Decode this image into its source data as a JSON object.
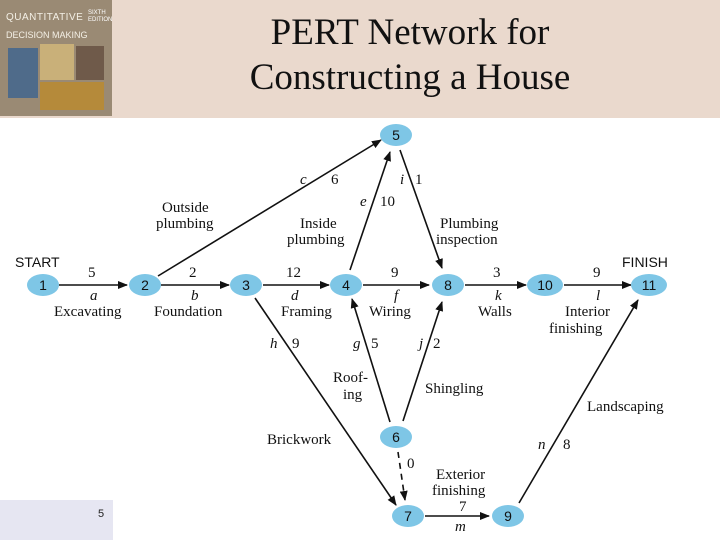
{
  "header": {
    "title_line1": "PERT Network for",
    "title_line2": "Constructing a House"
  },
  "cover": {
    "title_a": "QUANTITATIVE",
    "title_b": "DECISION MAKING",
    "edition": "SIXTH EDITION"
  },
  "page_number": "5",
  "network": {
    "start_label": "START",
    "finish_label": "FINISH",
    "nodes": [
      "1",
      "2",
      "3",
      "4",
      "5",
      "6",
      "7",
      "8",
      "9",
      "10",
      "11"
    ],
    "activities": {
      "a": {
        "letter": "a",
        "duration": "5",
        "name": "Excavating"
      },
      "b": {
        "letter": "b",
        "duration": "2",
        "name": "Foundation"
      },
      "c": {
        "letter": "c",
        "duration": "6",
        "name_1": "Outside",
        "name_2": "plumbing"
      },
      "d": {
        "letter": "d",
        "duration": "12",
        "name": "Framing"
      },
      "e": {
        "letter": "e",
        "duration": "10",
        "name_1": "Inside",
        "name_2": "plumbing"
      },
      "f": {
        "letter": "f",
        "duration": "9",
        "name": "Wiring"
      },
      "g": {
        "letter": "g",
        "duration": "5",
        "name_1": "Roof-",
        "name_2": "ing"
      },
      "h": {
        "letter": "h",
        "duration": "9",
        "name": "Brickwork"
      },
      "i": {
        "letter": "i",
        "duration": "1",
        "name_1": "Plumbing",
        "name_2": "inspection"
      },
      "j": {
        "letter": "j",
        "duration": "2",
        "name": "Shingling"
      },
      "k": {
        "letter": "k",
        "duration": "3",
        "name": "Walls"
      },
      "l": {
        "letter": "l",
        "duration": "9",
        "name_1": "Interior",
        "name_2": "finishing"
      },
      "dummy": {
        "duration": "0"
      },
      "m": {
        "letter": "m",
        "duration": "7",
        "name_1": "Exterior",
        "name_2": "finishing"
      },
      "n": {
        "letter": "n",
        "duration": "8",
        "name": "Landscaping"
      }
    }
  },
  "colors": {
    "header_bg": "#ead9cd",
    "node_fill": "#7ec6e6",
    "line": "#111111"
  }
}
